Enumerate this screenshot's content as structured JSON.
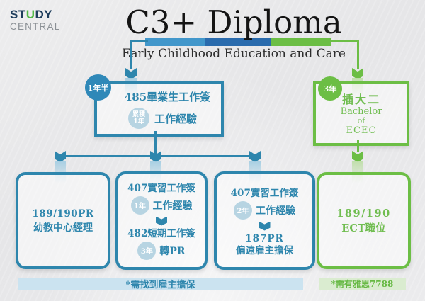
{
  "colors": {
    "blue": "#2e86ad",
    "bar_light_blue": "#4297cb",
    "bar_dark_blue": "#2a6bad",
    "green": "#6cbe45",
    "logo_navy": "#1e3d5c",
    "logo_green": "#53b948",
    "banner_blue_bg": "#cbe3f0",
    "banner_green_bg": "#daecd0"
  },
  "logo": {
    "study_pre": "ST",
    "study_u": "U",
    "study_post": "DY",
    "central": "CENTRAL"
  },
  "header": {
    "title": "C3+ Diploma",
    "subtitle": "Early Childhood Education and Care"
  },
  "path_blue": {
    "node485": {
      "badge": "1年半",
      "title": "485畢業生工作簽",
      "exp_badge_line1": "累積",
      "exp_badge_line2": "1年",
      "exp_text": "工作經驗"
    },
    "box_pr": {
      "line1": "189/190PR",
      "line2": "幼教中心經理"
    },
    "box_407a": {
      "title": "407實習工作簽",
      "badge": "1年",
      "text": "工作經驗",
      "title2": "482短期工作簽",
      "badge2": "3年",
      "text2": "轉PR"
    },
    "box_407b": {
      "title": "407實習工作簽",
      "badge": "2年",
      "text": "工作經驗",
      "line2": "187PR",
      "line3": "偏遠雇主擔保"
    },
    "banner": "*需找到雇主擔保"
  },
  "path_green": {
    "node_bachelor": {
      "badge": "3年",
      "line1": "插大二",
      "line2": "Bachelor",
      "line3": "of",
      "line4": "ECEC"
    },
    "box_ect": {
      "line1": "189/190",
      "line2": "ECT職位"
    },
    "banner": "*需有雅思7788"
  }
}
